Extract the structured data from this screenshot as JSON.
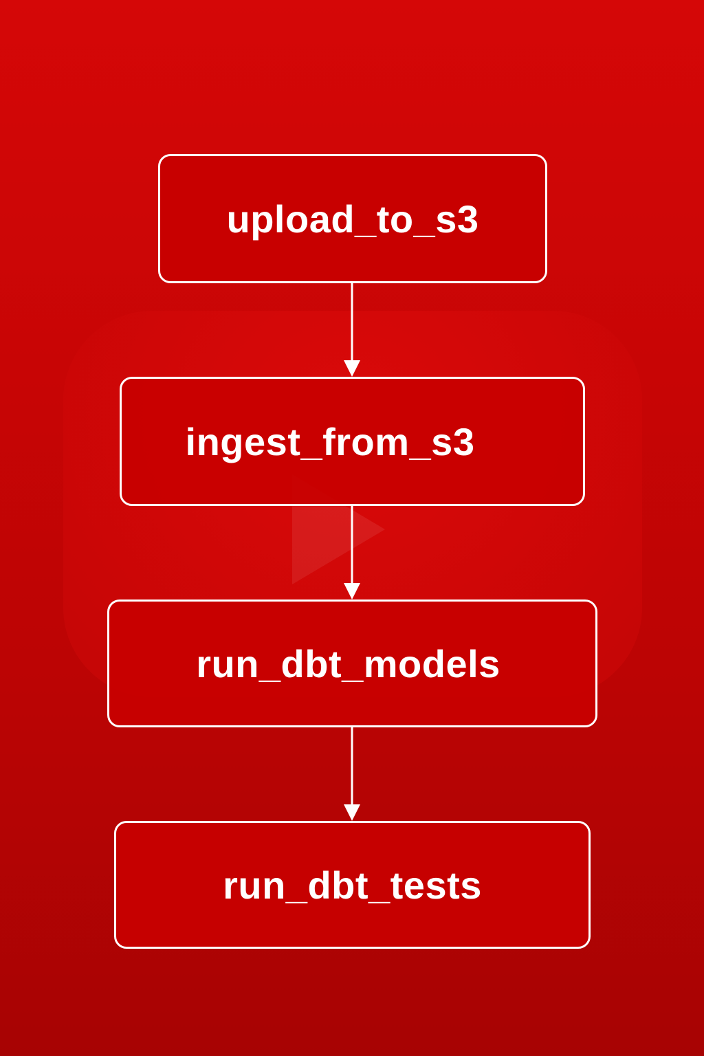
{
  "diagram": {
    "nodes": [
      {
        "id": "upload_to_s3",
        "label": "upload_to_s3"
      },
      {
        "id": "ingest_from_s3",
        "label": "ingest_from_s3"
      },
      {
        "id": "run_dbt_models",
        "label": "run_dbt_models"
      },
      {
        "id": "run_dbt_tests",
        "label": "run_dbt_tests"
      }
    ],
    "edges": [
      {
        "from": "upload_to_s3",
        "to": "ingest_from_s3"
      },
      {
        "from": "ingest_from_s3",
        "to": "run_dbt_models"
      },
      {
        "from": "run_dbt_models",
        "to": "run_dbt_tests"
      }
    ]
  },
  "colors": {
    "background": "#c80505",
    "node_fill": "#c80000",
    "stroke": "#ffffff",
    "text": "#ffffff"
  },
  "background_icon": "play-button-logo-icon"
}
